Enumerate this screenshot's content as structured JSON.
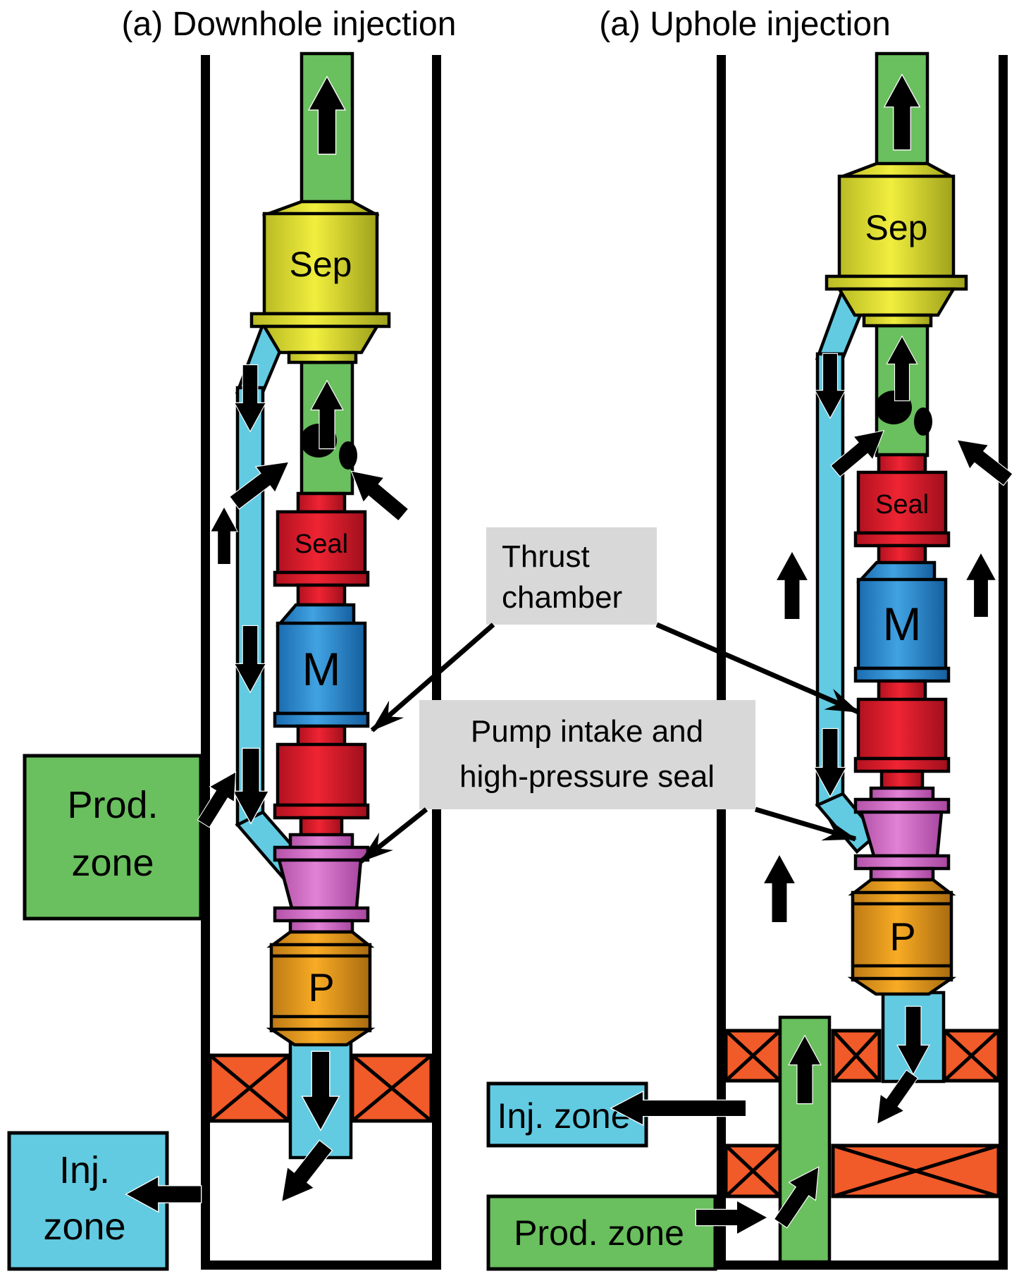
{
  "left_panel": {
    "title": "(a) Downhole injection",
    "separator": "Sep",
    "seal": "Seal",
    "motor": "M",
    "pump": "P",
    "prod_zone": {
      "line1": "Prod.",
      "line2": "zone"
    },
    "inj_zone": {
      "line1": "Inj.",
      "line2": "zone"
    }
  },
  "right_panel": {
    "title": "(a) Uphole injection",
    "separator": "Sep",
    "seal": "Seal",
    "motor": "M",
    "pump": "P",
    "inj_zone": "Inj. zone",
    "prod_zone": "Prod. zone"
  },
  "callouts": {
    "thrust": {
      "line1": "Thrust",
      "line2": "chamber"
    },
    "pump_intake": {
      "line1": "Pump intake and",
      "line2": "high-pressure seal"
    }
  },
  "colors": {
    "casing_black": "#000000",
    "tubing_green": "#6abf5e",
    "water_cyan": "#62cbe2",
    "separator_yellow": "#eded3c",
    "seal_red": "#e8202e",
    "motor_blue": "#3093da",
    "intake_pink": "#d976cd",
    "pump_orange": "#f3a71f",
    "packer_orange": "#f15a29",
    "callout_bg_gray": "#d8d8d8"
  }
}
